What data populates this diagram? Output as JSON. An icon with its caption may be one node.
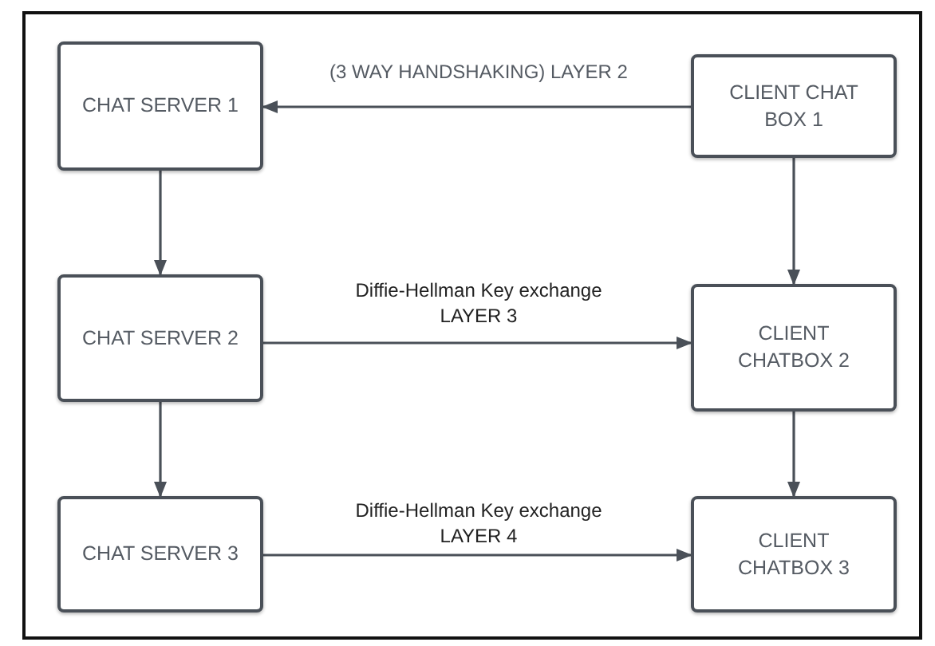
{
  "diagram": {
    "nodes": [
      {
        "text": [
          "CHAT SERVER 1"
        ]
      },
      {
        "text": [
          "CLIENT CHAT BOX 1"
        ]
      },
      {
        "text": [
          "CHAT SERVER 2"
        ]
      },
      {
        "text": [
          "CLIENT CHATBOX 2"
        ]
      },
      {
        "text": [
          "CHAT SERVER 3"
        ]
      },
      {
        "text": [
          "CLIENT CHATBOX 3"
        ]
      }
    ],
    "edges": [
      {
        "from": 1,
        "to": 0,
        "arrow": "to",
        "label": "(3 WAY HANDSHAKING) LAYER 2"
      },
      {
        "from": 0,
        "to": 2,
        "arrow": "to"
      },
      {
        "from": 1,
        "to": 3,
        "arrow": "to"
      },
      {
        "from": 2,
        "to": 3,
        "arrow": "to",
        "label": "Diffie-Hellman Key exchange LAYER 3"
      },
      {
        "from": 2,
        "to": 4,
        "arrow": "to"
      },
      {
        "from": 3,
        "to": 5,
        "arrow": "to"
      },
      {
        "from": 4,
        "to": 5,
        "arrow": "to",
        "label": "Diffie-Hellman Key exchange LAYER 4"
      }
    ]
  }
}
